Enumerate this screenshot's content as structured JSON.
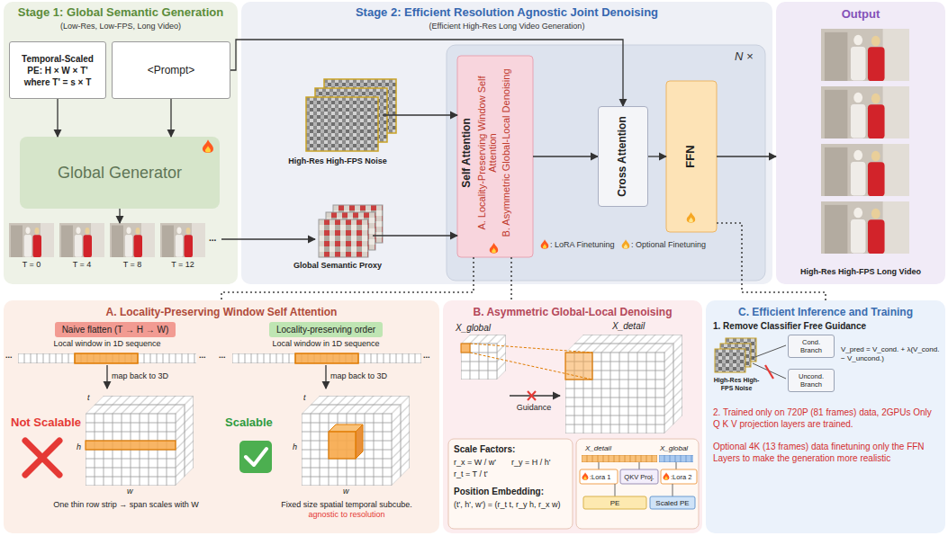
{
  "diagram": {
    "nodes": [
      {
        "text": [
          "Stage 1: Global Semantic Generation",
          "(Low-Res, Low-FPS, Long Video)"
        ]
      },
      {
        "text": [
          "Temporal-Scaled PE: H × W × T' where T' = s × T"
        ],
        "in": 0
      },
      {
        "text": [
          "<Prompt>"
        ],
        "in": 0
      },
      {
        "text": [
          "Global Generator"
        ],
        "in": 0
      },
      {
        "text": [
          "T = 0",
          "T = 4",
          "T = 8",
          "T = 12"
        ],
        "in": 0
      },
      {
        "text": [
          "Stage 2: Efficient Resolution Agnostic Joint Denoising",
          "(Efficient High-Res Long Video Generation)"
        ]
      },
      {
        "text": [
          "High-Res High-FPS Noise"
        ],
        "in": 5
      },
      {
        "text": [
          "Global Semantic Proxy"
        ],
        "in": 5
      },
      {
        "text": [
          "N ×"
        ],
        "in": 5
      },
      {
        "text": [
          "Self Attention",
          "A. Locality-Preserving Window Self Attention",
          "B. Asymmetric Global-Local Denoising"
        ],
        "in": 8
      },
      {
        "text": [
          "Cross Attention"
        ],
        "in": 8
      },
      {
        "text": [
          "FFN"
        ],
        "in": 8
      },
      {
        "text": [
          "Output",
          "High-Res High-FPS Long Video"
        ]
      },
      {
        "text": [
          "A. Locality-Preserving Window Self Attention"
        ]
      },
      {
        "text": [
          "Naive flatten (T → H → W)"
        ],
        "in": 13
      },
      {
        "text": [
          "Locality-preserving order"
        ],
        "in": 13
      },
      {
        "text": [
          "B. Asymmetric Global-Local Denoising"
        ]
      },
      {
        "text": [
          "Scale Factors:",
          "r_x = W / w'",
          "r_y = H / h'",
          "r_t = T / t'",
          "Position Embedding:",
          "(t', h', w') = (r_t t, r_y h, r_x w)"
        ],
        "in": 16
      },
      {
        "text": [
          "X_detail",
          "X_global",
          ":Lora 1",
          "QKV Proj.",
          ":Lora 2",
          "PE",
          "Scaled PE"
        ],
        "in": 16
      },
      {
        "text": [
          "C. Efficient Inference and Training",
          "1. Remove Classifier Free Guidance",
          "2. Trained only on 720P (81 frames) data, 2GPUs Only Q K V projection layers are trained.",
          "Optional 4K (13 frames) data finetuning only the FFN Layers to make the generation more realistic"
        ]
      },
      {
        "text": [
          "Cond. Branch"
        ],
        "in": 19
      },
      {
        "text": [
          "Uncond. Branch"
        ],
        "in": 19
      }
    ],
    "edges": [
      {
        "from": 1,
        "to": 3,
        "arrow": "to"
      },
      {
        "from": 2,
        "to": 3,
        "arrow": "to"
      },
      {
        "from": 2,
        "to": 10,
        "arrow": "to"
      },
      {
        "from": 3,
        "to": 4,
        "arrow": "to"
      },
      {
        "from": 4,
        "to": 7,
        "arrow": "to"
      },
      {
        "from": 6,
        "to": 9,
        "arrow": "to"
      },
      {
        "from": 7,
        "to": 9,
        "arrow": "to"
      },
      {
        "from": 9,
        "to": 10,
        "arrow": "to"
      },
      {
        "from": 10,
        "to": 11,
        "arrow": "to"
      },
      {
        "from": 11,
        "to": 12,
        "arrow": "to"
      },
      {
        "from": 9,
        "to": 13,
        "arrow": "none"
      },
      {
        "from": 9,
        "to": 16,
        "arrow": "none"
      },
      {
        "from": 11,
        "to": 19,
        "arrow": "none"
      }
    ],
    "labels": [
      "...",
      "...",
      "...",
      "Local window in 1D sequence",
      "map back to 3D",
      "Not Scalable",
      "t",
      "h",
      "w",
      "One thin row strip → span scales with W",
      "...",
      "...",
      "Local window in 1D sequence",
      "map back to 3D",
      "Scalable",
      "t",
      "h",
      "w",
      "Fixed size spatial temporal subcube.",
      "agnostic to resolution",
      "X_global",
      "X_detail",
      "Guidance",
      "High-Res High-FPS Noise",
      "V_pred = V_cond. + λ(V_cond. − V_uncond.)"
    ],
    "legend": [
      {
        "text": ": LoRA Finetuning"
      },
      {
        "text": ": Optional Finetuning"
      }
    ]
  }
}
